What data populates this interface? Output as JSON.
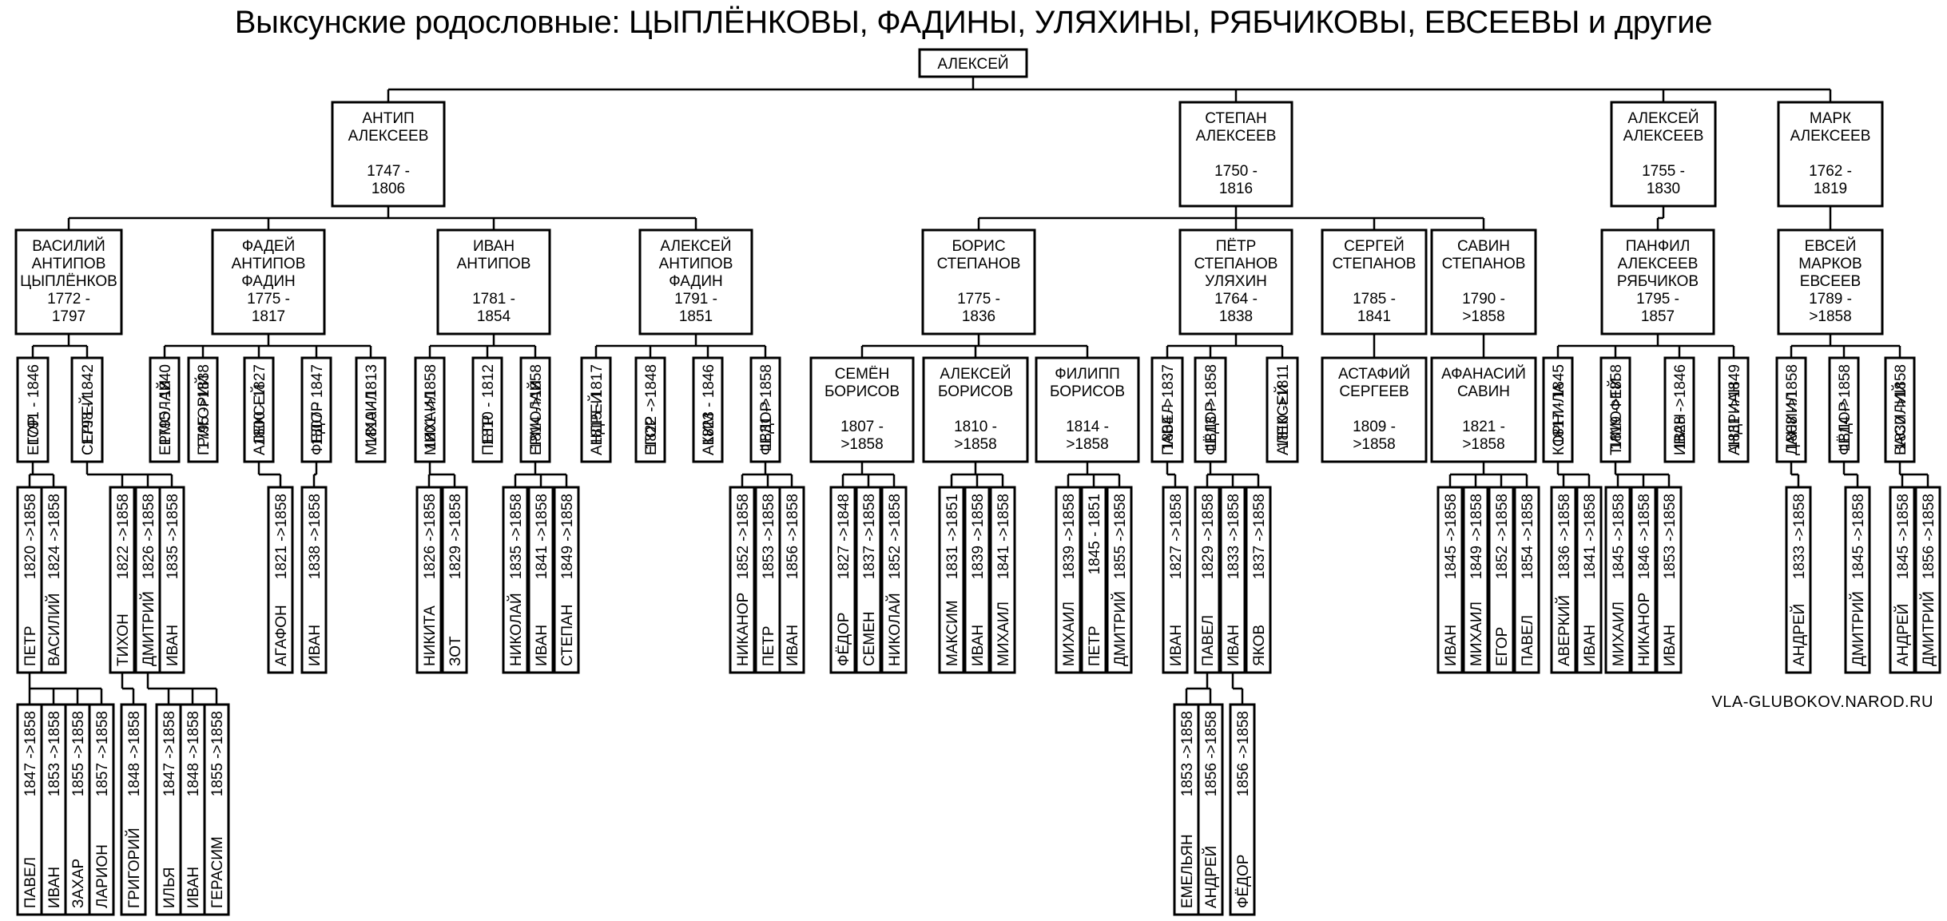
{
  "title": "Выксунские родословные: ЦЫПЛЁНКОВЫ, ФАДИНЫ, УЛЯХИНЫ, РЯБЧИКОВЫ, ЕВСЕЕВЫ и другие",
  "site": "VLA-GLUBOKOV.NAROD.RU",
  "tree": {
    "id": "root",
    "lines": [
      "АЛЕКСЕЙ"
    ],
    "children": [
      {
        "id": "antip",
        "lines": [
          "АНТИП",
          "АЛЕКСЕЕВ",
          "",
          "1747 -",
          "1806"
        ],
        "children": [
          {
            "id": "vasiliy",
            "lines": [
              "ВАСИЛИЙ",
              "АНТИПОВ",
              "ЦЫПЛЁНКОВ",
              "1772 -",
              "1797"
            ],
            "children": [
              {
                "id": "egor1",
                "lines": [
                  "ЕГОР",
                  "1791 - 1846"
                ],
                "children": [
                  {
                    "id": "petr_e",
                    "lines": [
                      "ПЕТР",
                      "1820 ->1858"
                    ],
                    "children": [
                      {
                        "lines": [
                          "ПАВЕЛ",
                          "1847 ->1858"
                        ]
                      },
                      {
                        "lines": [
                          "ИВАН",
                          "1853 ->1858"
                        ]
                      },
                      {
                        "lines": [
                          "ЗАХАР",
                          "1855 ->1858"
                        ]
                      },
                      {
                        "lines": [
                          "ЛАРИОН",
                          "1857 ->1858"
                        ]
                      }
                    ]
                  },
                  {
                    "lines": [
                      "ВАСИЛИЙ",
                      "1824 ->1858"
                    ]
                  }
                ]
              },
              {
                "id": "sergey1",
                "lines": [
                  "СЕРГЕЙ",
                  "1798 - 1842"
                ],
                "children": [
                  {
                    "id": "tihon",
                    "lines": [
                      "ТИХОН",
                      "1822 ->1858"
                    ],
                    "children": [
                      {
                        "lines": [
                          "ГРИГОРИЙ",
                          "1848 ->1858"
                        ]
                      }
                    ]
                  },
                  {
                    "id": "dmitriy1",
                    "lines": [
                      "ДМИТРИЙ",
                      "1826 ->1858"
                    ],
                    "children": [
                      {
                        "lines": [
                          "ИЛЬЯ",
                          "1847 ->1858"
                        ]
                      },
                      {
                        "lines": [
                          "ИВАН",
                          "1848 ->1858"
                        ]
                      },
                      {
                        "lines": [
                          "ГЕРАСИМ",
                          "1855 ->1858"
                        ]
                      }
                    ]
                  },
                  {
                    "lines": [
                      "ИВАН",
                      "1835 ->1858"
                    ]
                  }
                ]
              }
            ]
          },
          {
            "id": "fadey",
            "lines": [
              "ФАДЕЙ",
              "АНТИПОВ",
              "ФАДИН",
              "1775 -",
              "1817"
            ],
            "children": [
              {
                "lines": [
                  "ЕРМОЛАЙ",
                  "1795 - 1840"
                ]
              },
              {
                "lines": [
                  "ГРИГОРИЙ",
                  "1795 ->1838"
                ]
              },
              {
                "id": "aleksey_f",
                "lines": [
                  "АЛЕКСЕЙ",
                  "1800 - 1827"
                ],
                "children": [
                  {
                    "lines": [
                      "АГАФОН",
                      "1821 ->1858"
                    ]
                  }
                ]
              },
              {
                "id": "fedor_f",
                "lines": [
                  "ФЕДОР",
                  "1807 - 1847"
                ],
                "children": [
                  {
                    "lines": [
                      "ИВАН",
                      "1838 ->1858"
                    ]
                  }
                ]
              },
              {
                "lines": [
                  "МИХАИЛ",
                  "1810 - 1813"
                ]
              }
            ]
          },
          {
            "id": "ivan_a",
            "lines": [
              "ИВАН",
              "АНТИПОВ",
              "",
              "1781 -",
              "1854"
            ],
            "children": [
              {
                "id": "mihail_i",
                "lines": [
                  "МИХАИЛ",
                  "1801 ->1858"
                ],
                "children": [
                  {
                    "lines": [
                      "НИКИТА",
                      "1826 ->1858"
                    ]
                  },
                  {
                    "lines": [
                      "ЗОТ",
                      "1829 ->1858"
                    ]
                  }
                ]
              },
              {
                "lines": [
                  "ПЕТР",
                  "1810 - 1812"
                ]
              },
              {
                "id": "ermolay_i",
                "lines": [
                  "ЕРМОЛАЙ",
                  "1814 ->1858"
                ],
                "children": [
                  {
                    "lines": [
                      "НИКОЛАЙ",
                      "1835 ->1858"
                    ]
                  },
                  {
                    "lines": [
                      "ИВАН",
                      "1841 ->1858"
                    ]
                  },
                  {
                    "lines": [
                      "СТЕПАН",
                      "1849 ->1858"
                    ]
                  }
                ]
              }
            ]
          },
          {
            "id": "aleksey_a",
            "lines": [
              "АЛЕКСЕЙ",
              "АНТИПОВ",
              "ФАДИН",
              "1791 -",
              "1851"
            ],
            "children": [
              {
                "lines": [
                  "АНДРЕЙ",
                  "1815 - 1817"
                ]
              },
              {
                "lines": [
                  "ЕГОР",
                  "1822 ->1848"
                ]
              },
              {
                "lines": [
                  "АКИМ",
                  "1823 - 1846"
                ]
              },
              {
                "id": "fedor_a",
                "lines": [
                  "ФЕДОР",
                  "1831 ->1858"
                ],
                "children": [
                  {
                    "lines": [
                      "НИКАНОР",
                      "1852 ->1858"
                    ]
                  },
                  {
                    "lines": [
                      "ПЕТР",
                      "1853 ->1858"
                    ]
                  },
                  {
                    "lines": [
                      "ИВАН",
                      "1856 ->1858"
                    ]
                  }
                ]
              }
            ]
          }
        ]
      },
      {
        "id": "stepan",
        "lines": [
          "СТЕПАН",
          "АЛЕКСЕЕВ",
          "",
          "1750 -",
          "1816"
        ],
        "children": [
          {
            "id": "boris",
            "lines": [
              "БОРИС",
              "СТЕПАНОВ",
              "",
              "1775 -",
              "1836"
            ],
            "children": [
              {
                "id": "semen",
                "lines": [
                  "СЕМЁН",
                  "БОРИСОВ",
                  "",
                  "1807 -",
                  ">1858"
                ],
                "children": [
                  {
                    "lines": [
                      "ФЁДОР",
                      "1827 ->1848"
                    ]
                  },
                  {
                    "lines": [
                      "СЕМЕН",
                      "1837 ->1858"
                    ]
                  },
                  {
                    "lines": [
                      "НИКОЛАЙ",
                      "1852 ->1858"
                    ]
                  }
                ]
              },
              {
                "id": "aleksey_b",
                "lines": [
                  "АЛЕКСЕЙ",
                  "БОРИСОВ",
                  "",
                  "1810 -",
                  ">1858"
                ],
                "children": [
                  {
                    "lines": [
                      "МАКСИМ",
                      "1831 ->1851"
                    ]
                  },
                  {
                    "lines": [
                      "ИВАН",
                      "1839 ->1858"
                    ]
                  },
                  {
                    "lines": [
                      "МИХАИЛ",
                      "1841 ->1858"
                    ]
                  }
                ]
              },
              {
                "id": "filipp",
                "lines": [
                  "ФИЛИПП",
                  "БОРИСОВ",
                  "",
                  "1814 -",
                  ">1858"
                ],
                "children": [
                  {
                    "lines": [
                      "МИХАИЛ",
                      "1839 ->1858"
                    ]
                  },
                  {
                    "lines": [
                      "ПЕТР",
                      "1845 - 1851"
                    ]
                  },
                  {
                    "lines": [
                      "ДМИТРИЙ",
                      "1855 ->1858"
                    ]
                  }
                ]
              }
            ]
          },
          {
            "id": "petr_s",
            "lines": [
              "ПЁТР",
              "СТЕПАНОВ",
              "УЛЯХИН",
              "1764 -",
              "1838"
            ],
            "children": [
              {
                "id": "pavel_p",
                "lines": [
                  "ПАВЕЛ",
                  "1804 ->1837"
                ],
                "children": [
                  {
                    "lines": [
                      "ИВАН",
                      "1827 ->1858"
                    ]
                  }
                ]
              },
              {
                "id": "fedor_p",
                "lines": [
                  "ФЁДОР",
                  "1813 ->1858"
                ],
                "children": [
                  {
                    "id": "pavel2",
                    "lines": [
                      "ПАВЕЛ",
                      "1829 ->1858"
                    ],
                    "children": [
                      {
                        "lines": [
                          "ЕМЕЛЬЯН",
                          "1853 ->1858"
                        ]
                      },
                      {
                        "lines": [
                          "АНДРЕЙ",
                          "1856 ->1858"
                        ]
                      }
                    ]
                  },
                  {
                    "id": "ivan_p",
                    "lines": [
                      "ИВАН",
                      "1833 ->1858"
                    ],
                    "children": [
                      {
                        "lines": [
                          "ФЁДОР",
                          "1856 ->1858"
                        ]
                      }
                    ]
                  },
                  {
                    "lines": [
                      "ЯКОВ",
                      "1837 ->1858"
                    ]
                  }
                ]
              },
              {
                "lines": [
                  "АЛЕКСЕЙ",
                  "1810 ->1811"
                ]
              }
            ]
          },
          {
            "id": "sergey_s",
            "lines": [
              "СЕРГЕЙ",
              "СТЕПАНОВ",
              "",
              "1785 -",
              "1841"
            ],
            "children": [
              {
                "lines": [
                  "АСТАФИЙ",
                  "СЕРГЕЕВ",
                  "",
                  "1809 -",
                  ">1858"
                ]
              }
            ]
          },
          {
            "id": "savin",
            "lines": [
              "САВИН",
              "СТЕПАНОВ",
              "",
              "1790 -",
              ">1858"
            ],
            "children": [
              {
                "id": "afanasiy",
                "lines": [
                  "АФАНАСИЙ",
                  "САВИН",
                  "",
                  "1821 -",
                  ">1858"
                ],
                "children": [
                  {
                    "lines": [
                      "ИВАН",
                      "1845 ->1858"
                    ]
                  },
                  {
                    "lines": [
                      "МИХАИЛ",
                      "1849 ->1858"
                    ]
                  },
                  {
                    "lines": [
                      "ЕГОР",
                      "1852 ->1858"
                    ]
                  },
                  {
                    "lines": [
                      "ПАВЕЛ",
                      "1854 ->1858"
                    ]
                  }
                ]
              }
            ]
          }
        ]
      },
      {
        "id": "aleksey_al",
        "lines": [
          "АЛЕКСЕЙ",
          "АЛЕКСЕЕВ",
          "",
          "1755 -",
          "1830"
        ],
        "children": [
          {
            "id": "panfil",
            "lines": [
              "ПАНФИЛ",
              "АЛЕКСЕЕВ",
              "РЯБЧИКОВ",
              "1795 -",
              "1857"
            ],
            "children": [
              {
                "id": "kornila",
                "lines": [
                  "КОРНИЛА",
                  "1817 - 1845"
                ],
                "children": [
                  {
                    "lines": [
                      "АВЕРКИЙ",
                      "1836 ->1858"
                    ]
                  },
                  {
                    "lines": [
                      "ИВАН",
                      "1841 ->1858"
                    ]
                  }
                ]
              },
              {
                "id": "timofey",
                "lines": [
                  "ТИМОФЕЙ",
                  "1819 ->1858"
                ],
                "children": [
                  {
                    "lines": [
                      "МИХАИЛ",
                      "1845 ->1858"
                    ]
                  },
                  {
                    "lines": [
                      "НИКАНОР",
                      "1846 ->1858"
                    ]
                  },
                  {
                    "lines": [
                      "ИВАН",
                      "1853 ->1858"
                    ]
                  }
                ]
              },
              {
                "lines": [
                  "ИВАН",
                  "1828 ->1846"
                ]
              },
              {
                "lines": [
                  "АНДРИАН",
                  "1831 ->1849"
                ]
              }
            ]
          }
        ]
      },
      {
        "id": "mark",
        "lines": [
          "МАРК",
          "АЛЕКСЕЕВ",
          "",
          "1762 -",
          "1819"
        ],
        "children": [
          {
            "id": "evsey",
            "lines": [
              "ЕВСЕЙ",
              "МАРКОВ",
              "ЕВСЕЕВ",
              "1789 -",
              ">1858"
            ],
            "children": [
              {
                "id": "daniil",
                "lines": [
                  "ДАНИИЛ",
                  "1808 ->1858"
                ],
                "children": [
                  {
                    "lines": [
                      "АНДРЕЙ",
                      "1833 ->1858"
                    ]
                  }
                ]
              },
              {
                "id": "fedor_m",
                "lines": [
                  "ФЁДОР",
                  "1814 ->1858"
                ],
                "children": [
                  {
                    "lines": [
                      "ДМИТРИЙ",
                      "1845 ->1858"
                    ]
                  }
                ]
              },
              {
                "id": "vasiliy_m",
                "lines": [
                  "ВАСИЛИЙ",
                  "1830 ->1858"
                ],
                "children": [
                  {
                    "lines": [
                      "АНДРЕЙ",
                      "1845 ->1858"
                    ]
                  },
                  {
                    "lines": [
                      "ДМИТРИЙ",
                      "1856 ->1858"
                    ]
                  }
                ]
              }
            ]
          }
        ]
      }
    ]
  }
}
